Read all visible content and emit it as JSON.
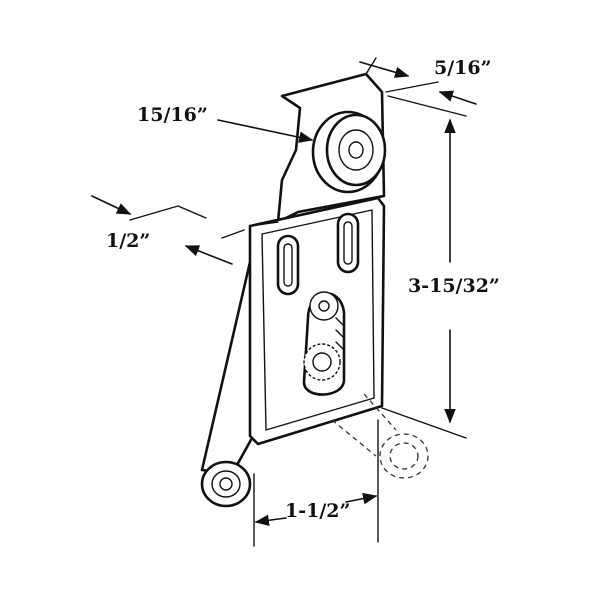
{
  "dimensions": {
    "wheel_width": "5/16”",
    "wheel_diameter": "15/16”",
    "offset": "1/2”",
    "height": "3-15/32”",
    "spacing": "1-1/2”"
  },
  "colors": {
    "line": "#111111",
    "background": "#ffffff"
  }
}
